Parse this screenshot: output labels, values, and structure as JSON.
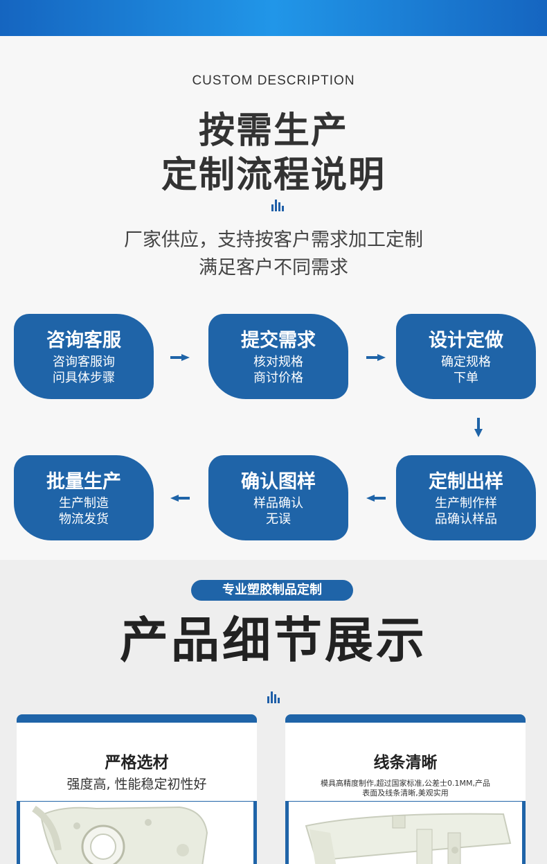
{
  "section1": {
    "subtitle_en": "CUSTOM DESCRIPTION",
    "title_line1": "按需生产",
    "title_line2": "定制流程说明",
    "desc_line1": "厂家供应，支持按客户需求加工定制",
    "desc_line2": "满足客户不同需求",
    "steps": [
      {
        "title": "咨询客服",
        "desc1": "咨询客服询",
        "desc2": "问具体步骤"
      },
      {
        "title": "提交需求",
        "desc1": "核对规格",
        "desc2": "商讨价格"
      },
      {
        "title": "设计定做",
        "desc1": "确定规格",
        "desc2": "下单"
      },
      {
        "title": "定制出样",
        "desc1": "生产制作样",
        "desc2": "品确认样品"
      },
      {
        "title": "确认图样",
        "desc1": "样品确认",
        "desc2": "无误"
      },
      {
        "title": "批量生产",
        "desc1": "生产制造",
        "desc2": "物流发货"
      }
    ]
  },
  "section2": {
    "pill": "专业塑胶制品定制",
    "title": "产品细节展示",
    "cards": [
      {
        "title": "严格选材",
        "desc": "强度高, 性能稳定初性好"
      },
      {
        "title": "线条清晰",
        "desc_line1": "模具高精度制作,超过国家标准,公差士0.1MM,产品",
        "desc_line2": "表面及线条清晰,美观实用"
      }
    ]
  },
  "colors": {
    "primary": "#1f64a8",
    "header_gradient": "#2196e8"
  }
}
